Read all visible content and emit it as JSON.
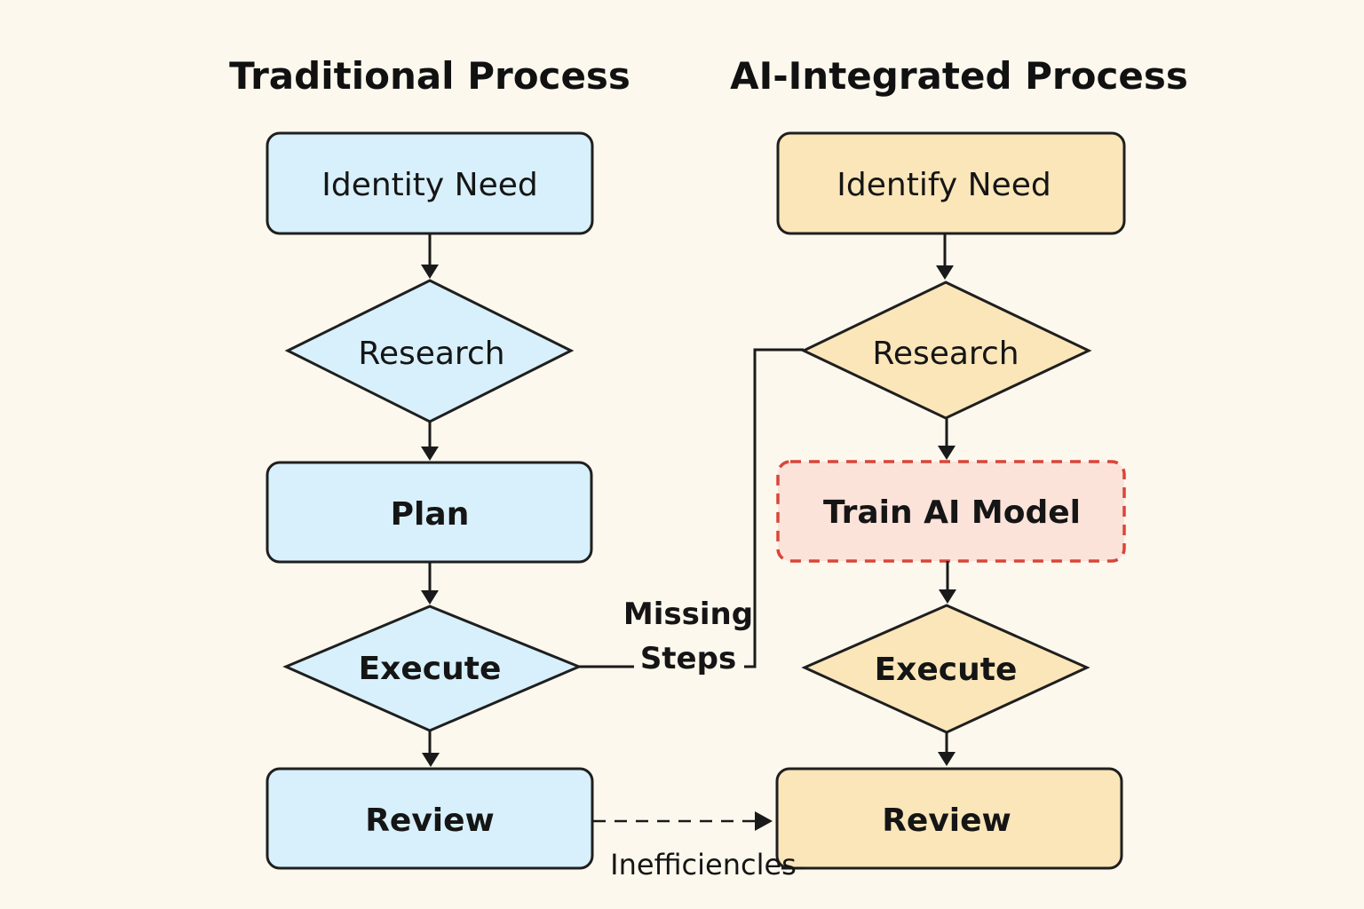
{
  "columns": {
    "traditional": {
      "title": "Traditional Process",
      "fill": "#d7f0fb",
      "nodes": [
        {
          "label": "Identity Need"
        },
        {
          "label": "Research"
        },
        {
          "label": "Plan"
        },
        {
          "label": "Execute"
        },
        {
          "label": "Review"
        }
      ]
    },
    "ai": {
      "title": "AI-Integrated Process",
      "fill": "#fbe6b9",
      "nodes": [
        {
          "label": "Identify Need"
        },
        {
          "label": "Research"
        },
        {
          "label": "Train AI Model",
          "fill": "#fbe3d9",
          "border": "#d9453a",
          "dashed": true
        },
        {
          "label": "Execute"
        },
        {
          "label": "Review"
        }
      ]
    }
  },
  "annotations": {
    "missing_steps": [
      "Missing",
      "Steps"
    ],
    "inefficiencies": "Inefficiencles"
  },
  "colors": {
    "background": "#fdf8ee",
    "line": "#1a1a1a"
  }
}
